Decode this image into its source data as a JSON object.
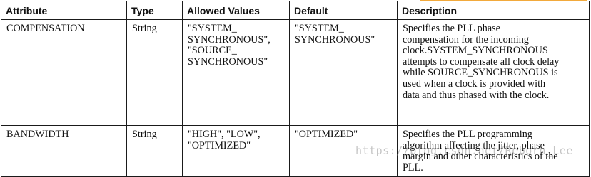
{
  "table": {
    "headers": {
      "attribute": "Attribute",
      "type": "Type",
      "allowed_values": "Allowed Values",
      "default": "Default",
      "description": "Description"
    },
    "rows": [
      {
        "attribute": "COMPENSATION",
        "type": "String",
        "allowed_values": [
          "\"SYSTEM_",
          "SYNCHRONOUS\",",
          "\"SOURCE_",
          "SYNCHRONOUS\""
        ],
        "default": [
          "\"SYSTEM_",
          "SYNCHRONOUS\""
        ],
        "description": [
          "Specifies the PLL phase",
          "compensation for the incoming",
          "clock.SYSTEM_SYNCHRONOUS",
          "attempts to compensate all clock delay",
          "while SOURCE_SYNCHRONOUS is",
          "used when a clock is provided with",
          "data and thus phased with the clock."
        ]
      },
      {
        "attribute": "BANDWIDTH",
        "type": "String",
        "allowed_values": [
          "\"HIGH\", \"LOW\",",
          "\"OPTIMIZED\""
        ],
        "default": [
          "\"OPTIMIZED\""
        ],
        "description": [
          "Specifies the PLL programming",
          "algorithm affecting the jitter, phase",
          "margin and other characteristics of the",
          "PLL."
        ]
      }
    ]
  },
  "watermark": "https://blog.csdn.net/Reborn_Lee",
  "colors": {
    "accent_rule": "#f2a93b",
    "border": "#1a1a1a",
    "text": "#111111"
  }
}
